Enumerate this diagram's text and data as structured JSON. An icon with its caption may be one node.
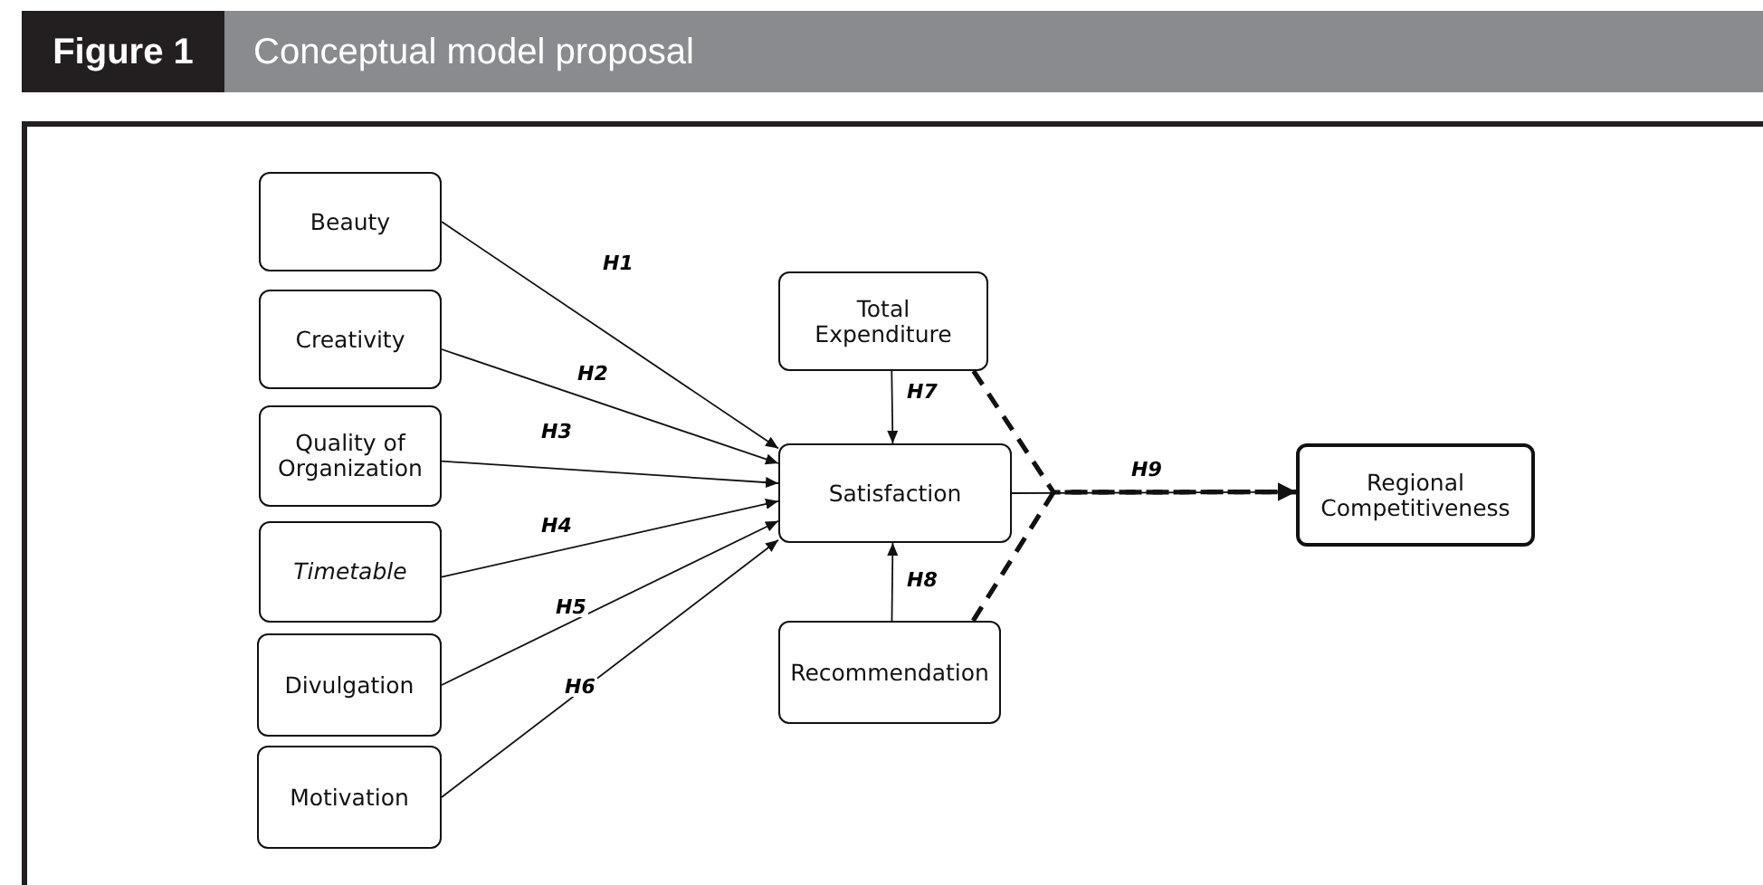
{
  "diagram": {
    "title": "Conceptual model proposal",
    "nodes": [
      {
        "text": [
          "Beauty"
        ]
      },
      {
        "text": [
          "Creativity"
        ]
      },
      {
        "text": [
          "Quality of Organization"
        ]
      },
      {
        "text": [
          "Timetable"
        ]
      },
      {
        "text": [
          "Divulgation"
        ]
      },
      {
        "text": [
          "Motivation"
        ]
      },
      {
        "text": [
          "Total Expenditure"
        ]
      },
      {
        "text": [
          "Satisfaction"
        ]
      },
      {
        "text": [
          "Recommendation"
        ]
      },
      {
        "text": [
          "Regional Competitiveness"
        ]
      }
    ],
    "edges": [
      {
        "from": 0,
        "to": 7,
        "arrow": "to",
        "label": "H1"
      },
      {
        "from": 1,
        "to": 7,
        "arrow": "to",
        "label": "H2"
      },
      {
        "from": 2,
        "to": 7,
        "arrow": "to",
        "label": "H3"
      },
      {
        "from": 3,
        "to": 7,
        "arrow": "to",
        "label": "H4"
      },
      {
        "from": 4,
        "to": 7,
        "arrow": "to",
        "label": "H5"
      },
      {
        "from": 5,
        "to": 7,
        "arrow": "to",
        "label": "H6"
      },
      {
        "from": 6,
        "to": 7,
        "arrow": "to",
        "label": "H7"
      },
      {
        "from": 8,
        "to": 7,
        "arrow": "to",
        "label": "H8"
      },
      {
        "from": 7,
        "to": 9,
        "arrow": "to",
        "label": "H9"
      },
      {
        "from": 6,
        "to": 9,
        "arrow": "to",
        "style": "dashed"
      },
      {
        "from": 8,
        "to": 9,
        "arrow": "to",
        "style": "dashed"
      }
    ],
    "labels": [
      "Figure 1"
    ]
  }
}
